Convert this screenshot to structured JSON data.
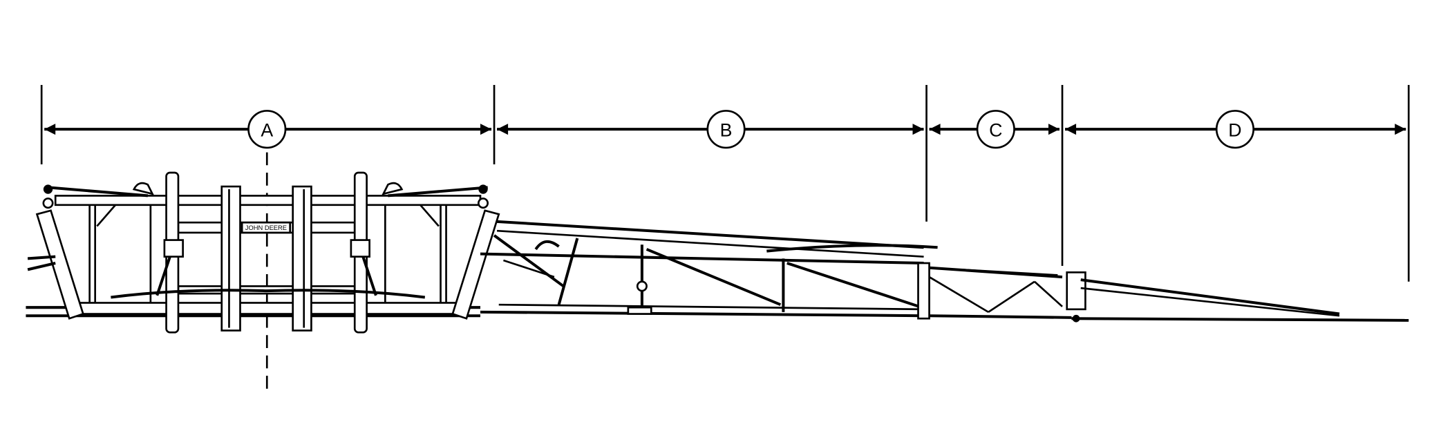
{
  "diagram": {
    "dimensions": [
      {
        "label": "A"
      },
      {
        "label": "B"
      },
      {
        "label": "C"
      },
      {
        "label": "D"
      }
    ],
    "logo_text": "JOHN DEERE",
    "colors": {
      "line": "#000000",
      "background": "#ffffff"
    }
  }
}
